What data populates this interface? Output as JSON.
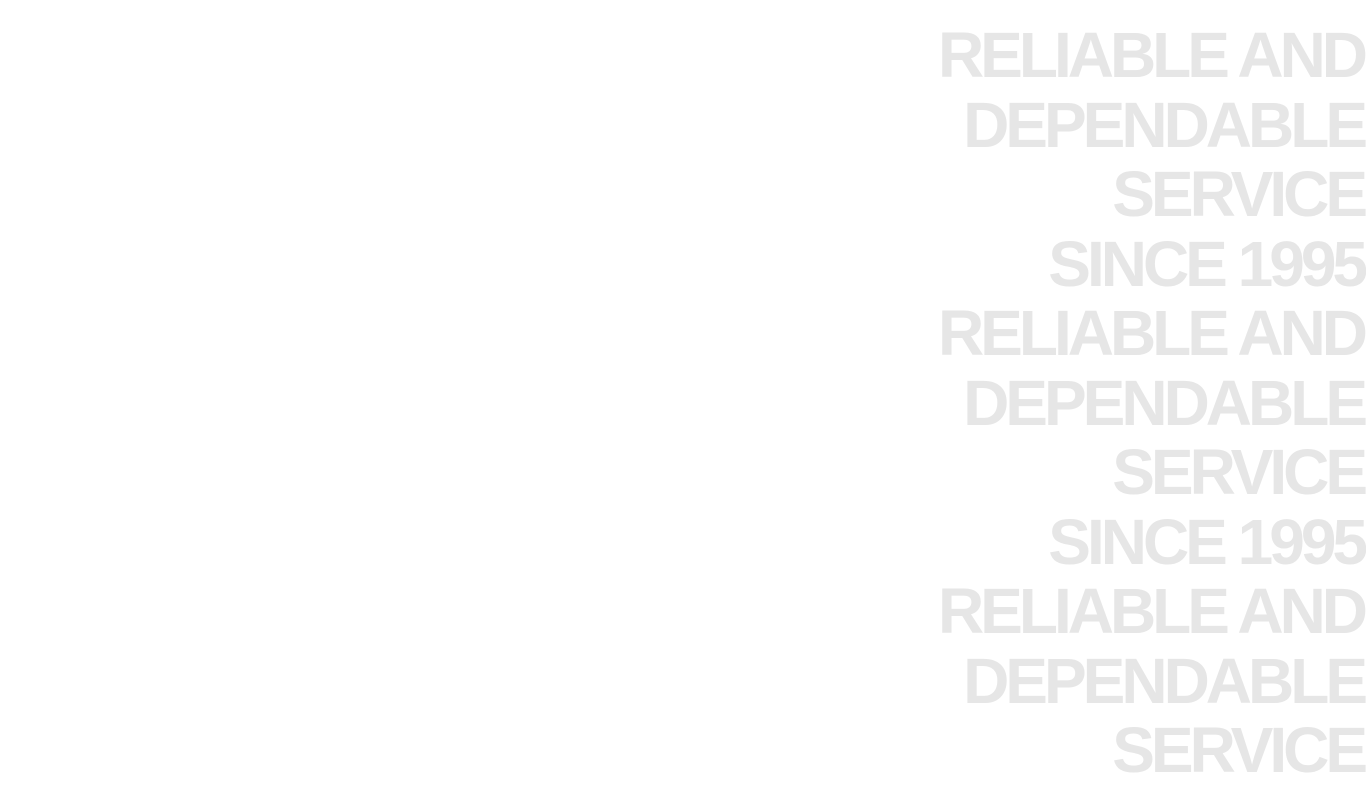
{
  "watermark": {
    "color": "#f5f5f5",
    "lines": [
      "RELIABLE AND",
      "DEPENDABLE",
      "SERVICE",
      "SINCE 1995",
      "RELIABLE AND",
      "DEPENDABLE",
      "SERVICE",
      "SINCE 1995",
      "RELIABLE AND",
      "DEPENDABLE",
      "SERVICE"
    ]
  }
}
